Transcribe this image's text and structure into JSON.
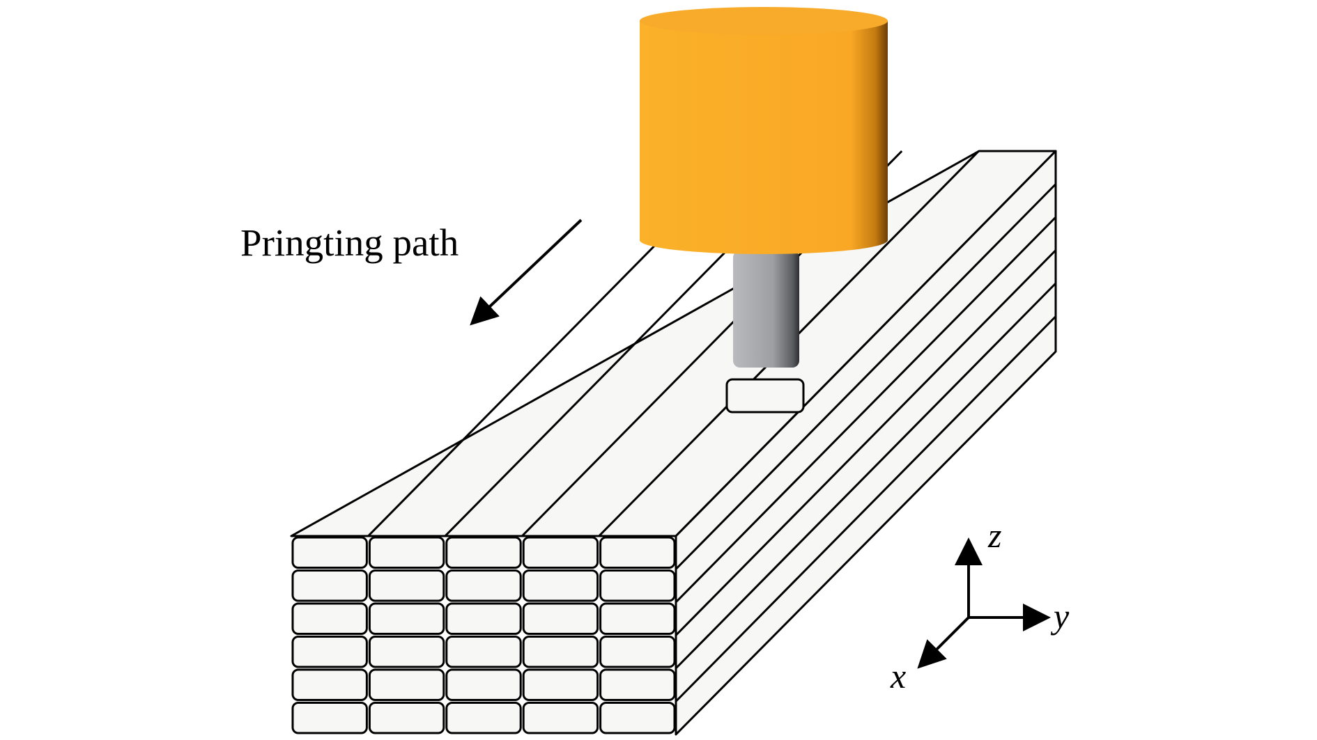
{
  "annotation": {
    "printing_path_label": "Pringting path"
  },
  "axes": {
    "x_label": "x",
    "y_label": "y",
    "z_label": "z"
  },
  "structure": {
    "layers": 6,
    "beads_per_layer": 5
  },
  "colors": {
    "nozzle_body": "#f9a825",
    "nozzle_tip": "#9e9fa3",
    "bead_fill": "#f7f7f5",
    "stroke": "#000000"
  }
}
